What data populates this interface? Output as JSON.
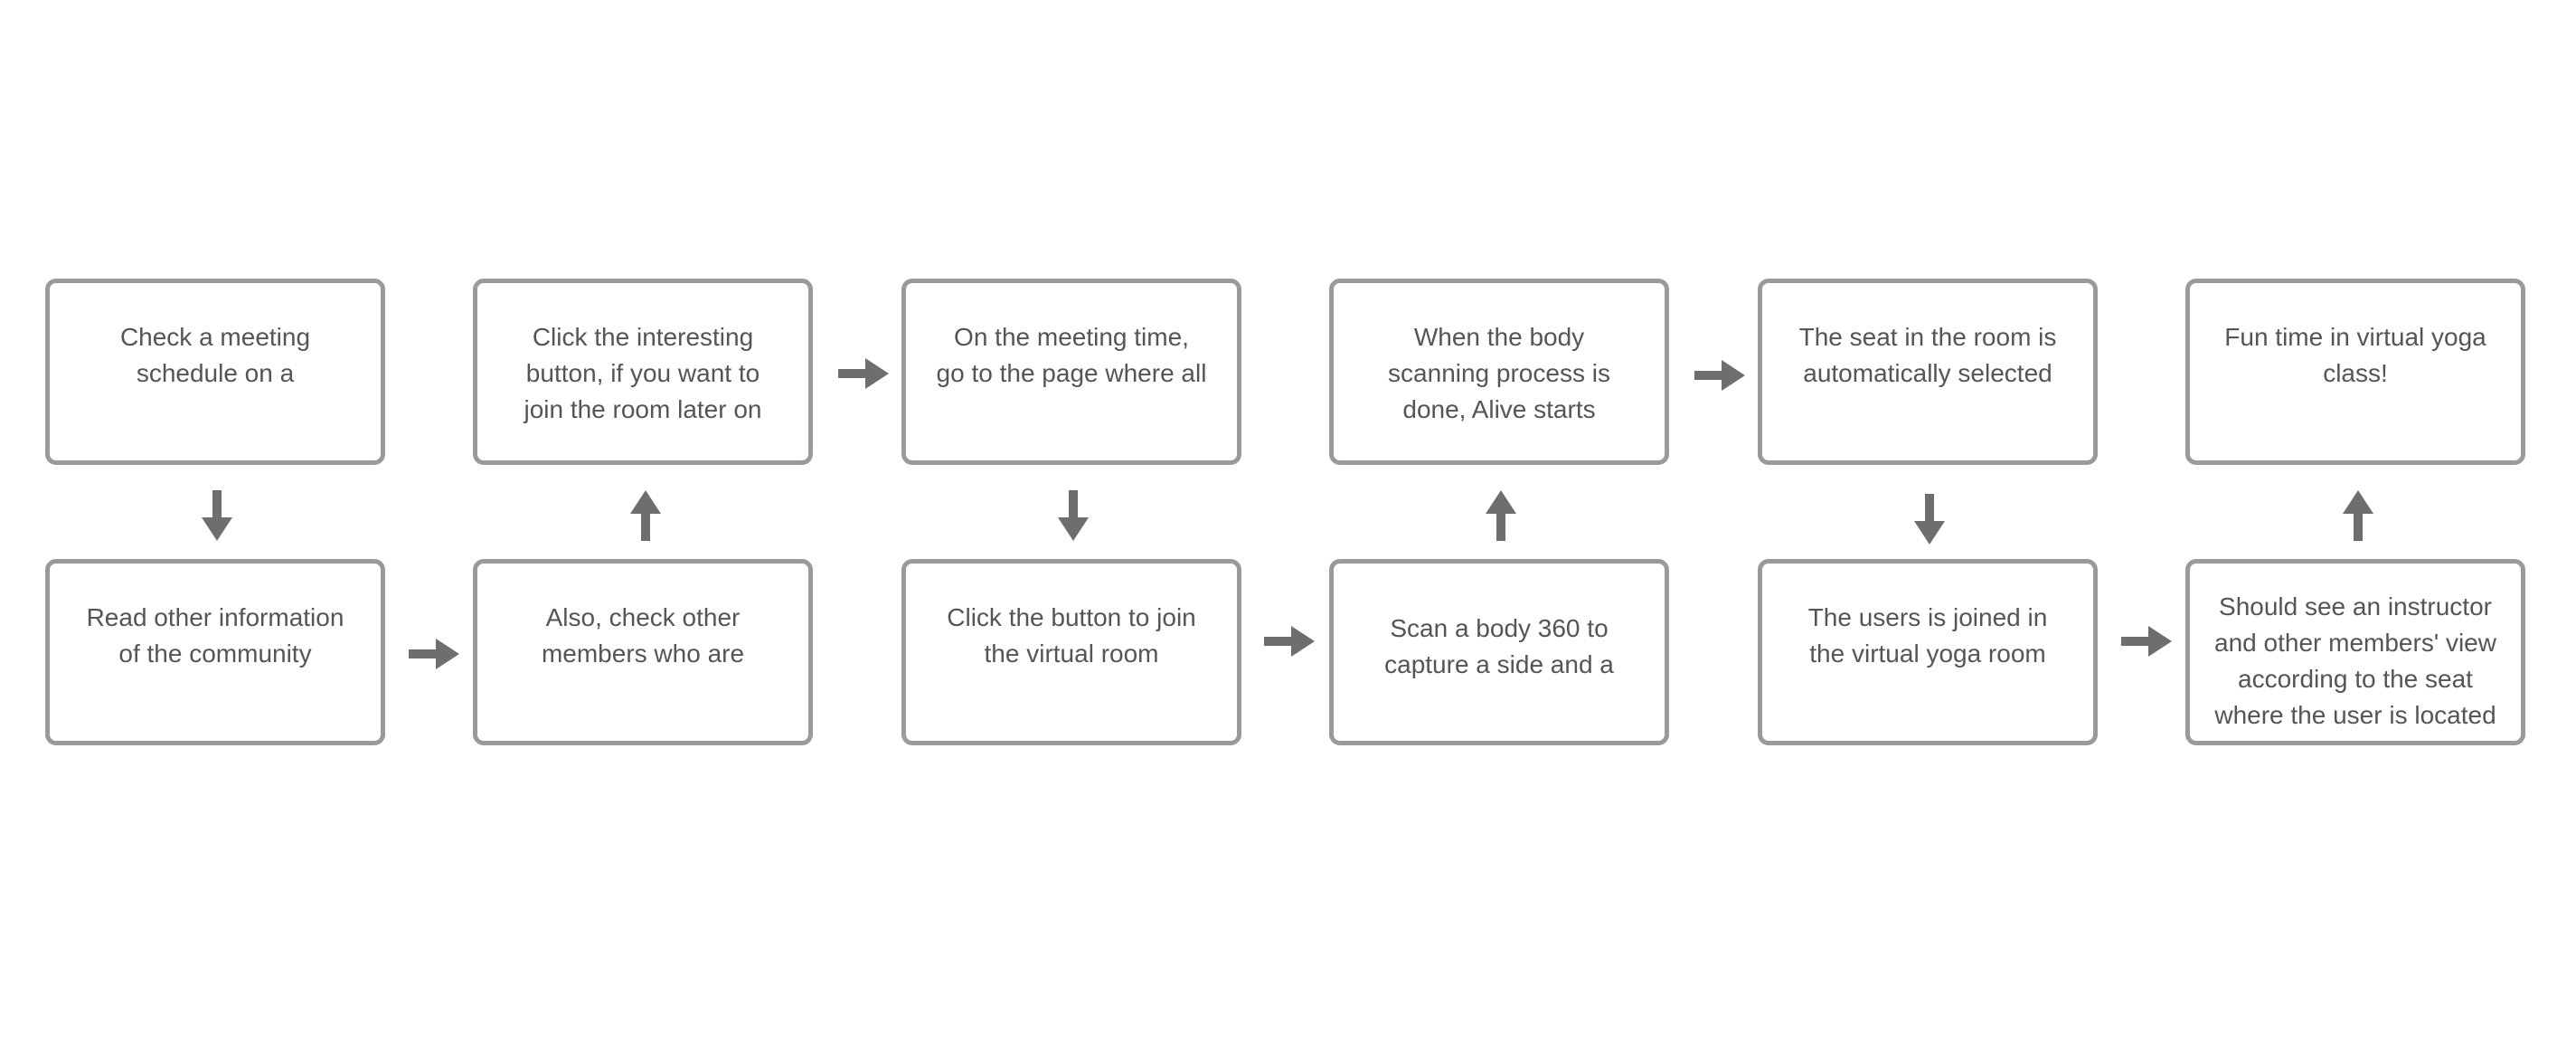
{
  "steps": [
    {
      "id": "s1",
      "lines": [
        "Check a meeting",
        "schedule on a"
      ]
    },
    {
      "id": "s2",
      "lines": [
        "Read other information",
        "of the community"
      ]
    },
    {
      "id": "s3",
      "lines": [
        "Also, check other",
        "members who are"
      ]
    },
    {
      "id": "s4",
      "lines": [
        "Click the interesting",
        "button, if you want to",
        "join the room later on"
      ]
    },
    {
      "id": "s5",
      "lines": [
        "On the meeting time,",
        "go to the page where all"
      ]
    },
    {
      "id": "s6",
      "lines": [
        "Click the button to join",
        "the virtual room"
      ]
    },
    {
      "id": "s7",
      "lines": [
        "Scan a body 360 to",
        "capture a side and a"
      ]
    },
    {
      "id": "s8",
      "lines": [
        "When the body",
        "scanning process is",
        "done, Alive starts"
      ]
    },
    {
      "id": "s9",
      "lines": [
        "The seat in the room is",
        "automatically selected"
      ]
    },
    {
      "id": "s10",
      "lines": [
        "The users is joined in",
        "the virtual yoga room"
      ]
    },
    {
      "id": "s11",
      "lines": [
        "Should see an instructor",
        "and other members' view",
        "according to the seat",
        "where the user is located"
      ]
    },
    {
      "id": "s12",
      "lines": [
        "Fun time in virtual yoga",
        "class!"
      ]
    }
  ],
  "connectors": [
    {
      "from": "s1",
      "to": "s2",
      "direction": "down"
    },
    {
      "from": "s2",
      "to": "s3",
      "direction": "right"
    },
    {
      "from": "s3",
      "to": "s4",
      "direction": "up"
    },
    {
      "from": "s4",
      "to": "s5",
      "direction": "right"
    },
    {
      "from": "s5",
      "to": "s6",
      "direction": "down"
    },
    {
      "from": "s6",
      "to": "s7",
      "direction": "right"
    },
    {
      "from": "s7",
      "to": "s8",
      "direction": "up"
    },
    {
      "from": "s8",
      "to": "s9",
      "direction": "right"
    },
    {
      "from": "s9",
      "to": "s10",
      "direction": "down"
    },
    {
      "from": "s10",
      "to": "s11",
      "direction": "right"
    },
    {
      "from": "s11",
      "to": "s12",
      "direction": "up"
    }
  ],
  "colors": {
    "box_border": "#9a9a9a",
    "text": "#555555",
    "arrow": "#6e6e6e",
    "background": "#ffffff"
  }
}
